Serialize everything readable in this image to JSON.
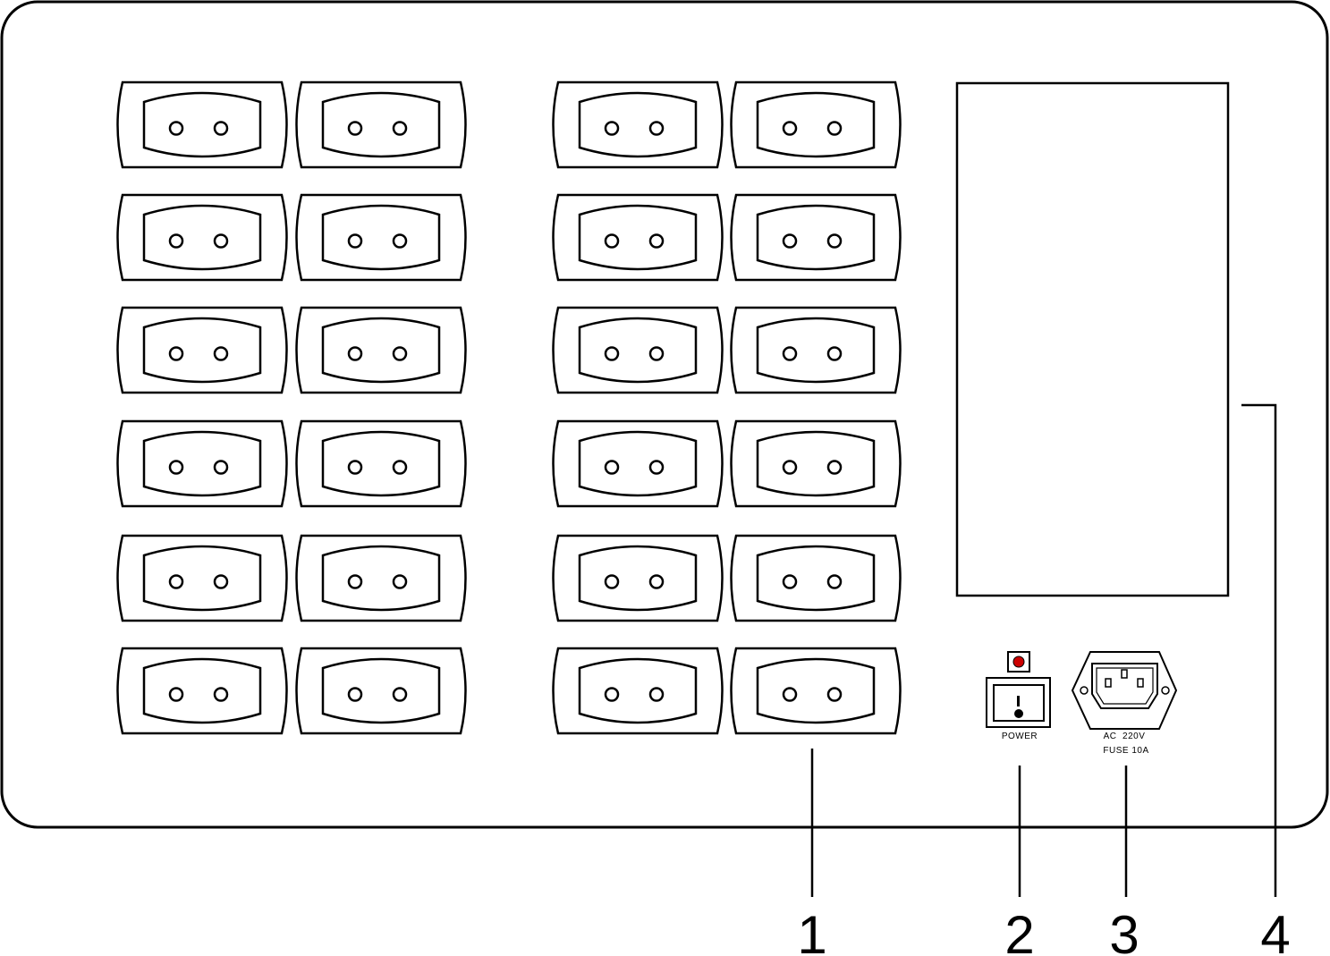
{
  "panel": {
    "socket_grid": {
      "rows": 6,
      "groups": 2,
      "sockets_per_group_row": 2
    },
    "power_switch": {
      "caption": "POWER",
      "indicator_color": "#cc0000"
    },
    "ac_inlet": {
      "caption_line1": "AC  220V",
      "caption_line2": "FUSE 10A"
    },
    "callouts": [
      "1",
      "2",
      "3",
      "4"
    ]
  }
}
